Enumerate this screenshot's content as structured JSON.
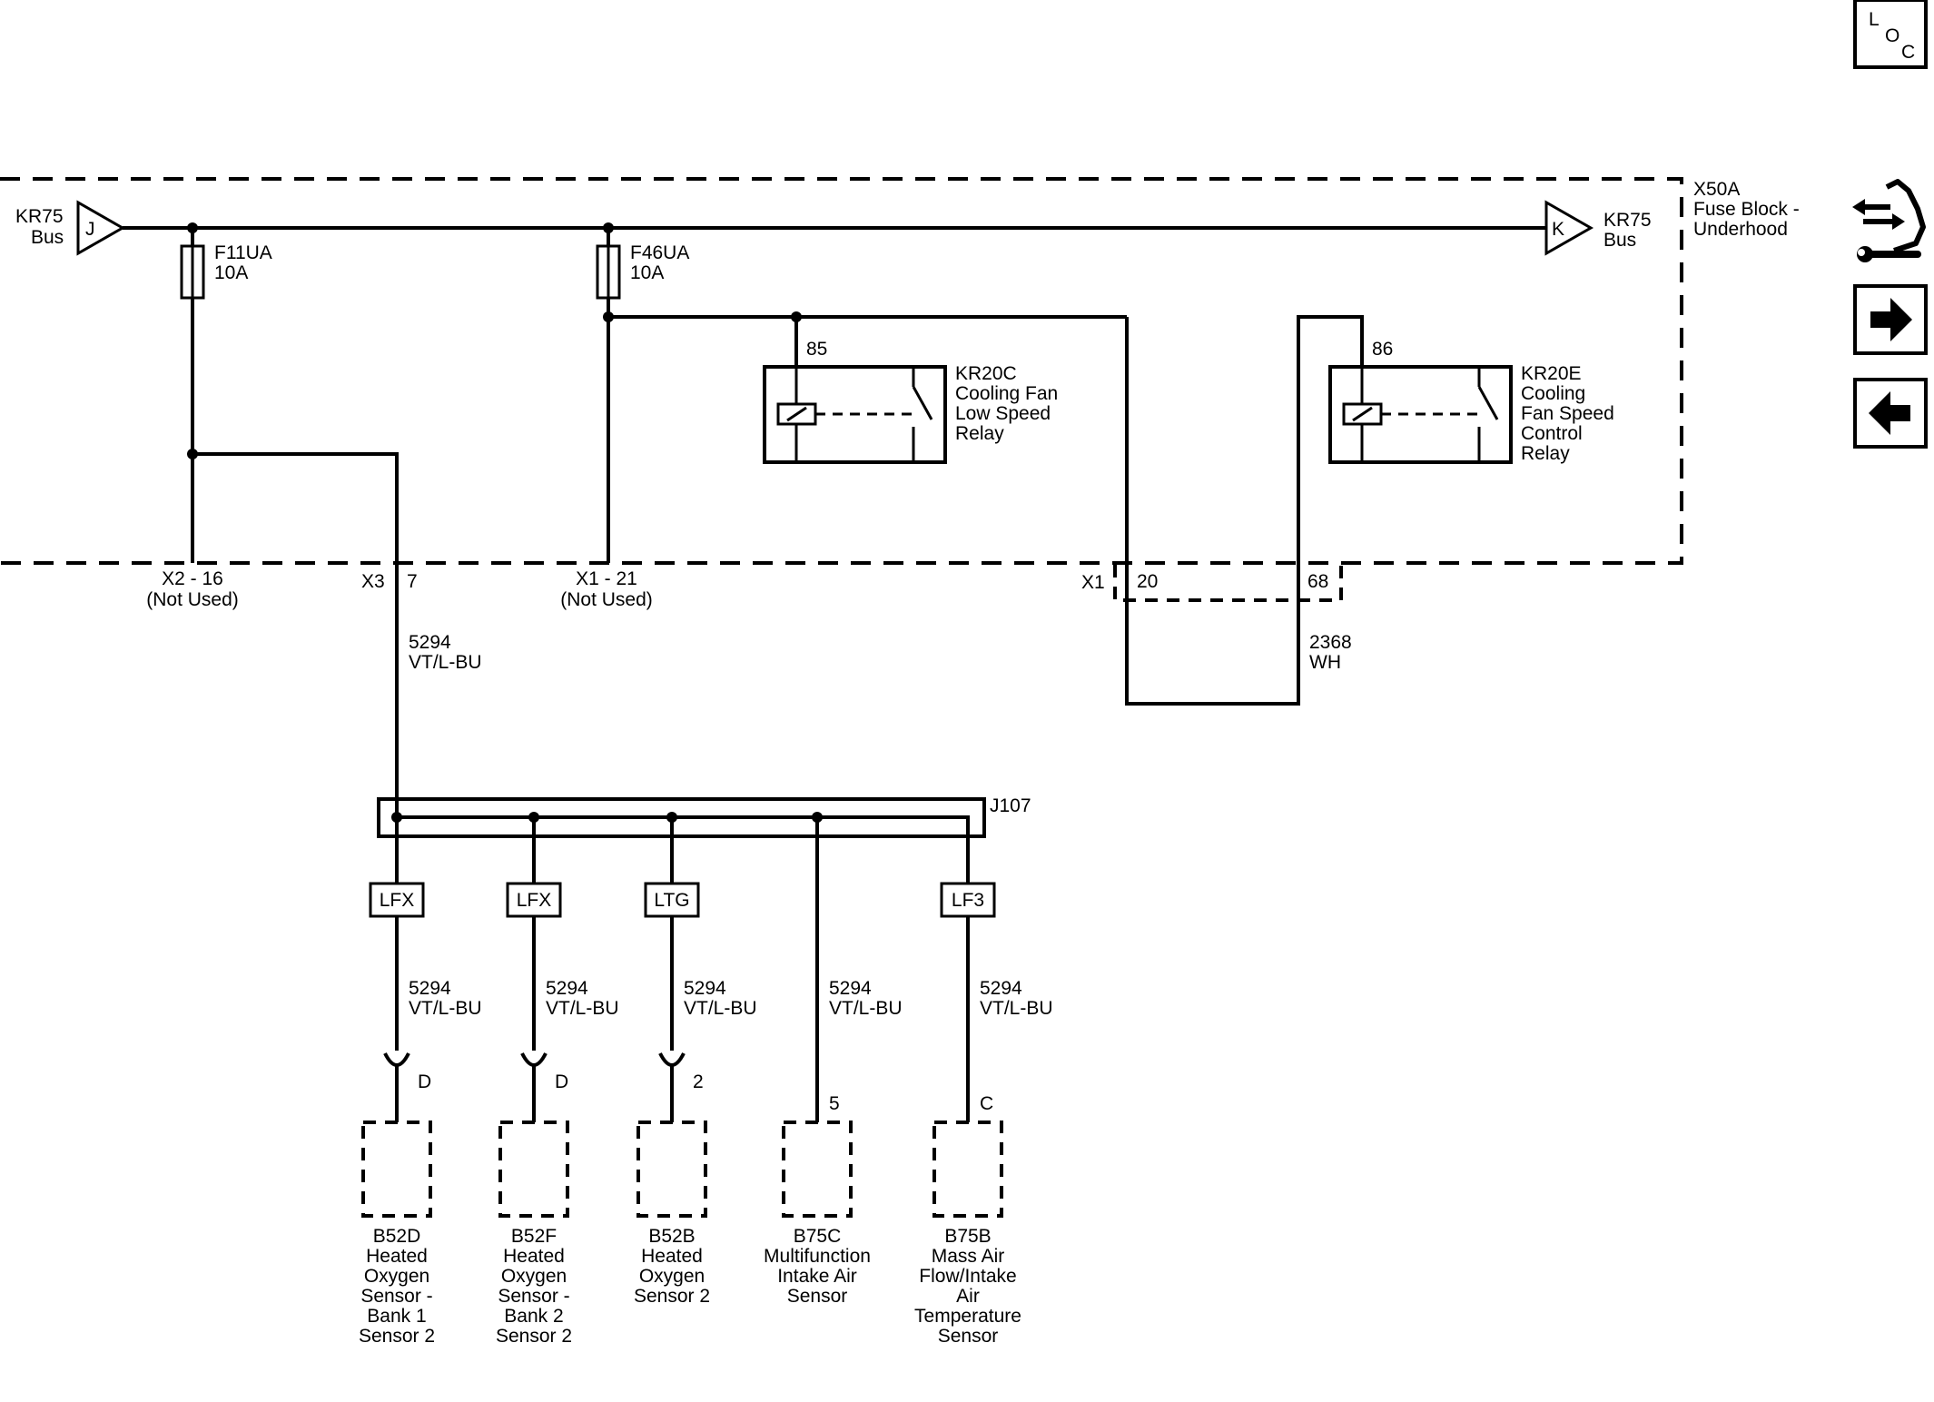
{
  "nav": {
    "loc_letters": [
      "L",
      "O",
      "C"
    ],
    "icons": [
      "connector-end-view-icon",
      "next-page-arrow-icon",
      "previous-page-arrow-icon"
    ]
  },
  "fuse_block": {
    "name": "X50A",
    "desc_line1": "Fuse Block -",
    "desc_line2": "Underhood"
  },
  "bus": {
    "left": {
      "name": "KR75",
      "sub": "Bus",
      "pin": "J"
    },
    "right": {
      "name": "KR75",
      "sub": "Bus",
      "pin": "K"
    }
  },
  "fuses": [
    {
      "name": "F11UA",
      "rating": "10A"
    },
    {
      "name": "F46UA",
      "rating": "10A"
    }
  ],
  "relays": [
    {
      "terminal": "85",
      "lines": [
        "KR20C",
        "Cooling Fan",
        "Low Speed",
        "Relay"
      ]
    },
    {
      "terminal": "86",
      "lines": [
        "KR20E",
        "Cooling",
        "Fan Speed",
        "Control",
        "Relay"
      ]
    }
  ],
  "connectors": {
    "x2": {
      "label": "X2 - 16",
      "note": "(Not Used)"
    },
    "x3": {
      "label": "X3",
      "pin": "7"
    },
    "x1_21": {
      "label": "X1 - 21",
      "note": "(Not Used)"
    },
    "x1": {
      "label": "X1",
      "pin_a": "20",
      "pin_b": "68"
    }
  },
  "wires": {
    "main": {
      "circuit": "5294",
      "color": "VT/L-BU"
    },
    "loop": {
      "circuit": "2368",
      "color": "WH"
    }
  },
  "splice": {
    "name": "J107"
  },
  "branches": [
    {
      "option": "LFX",
      "circuit": "5294",
      "color": "VT/L-BU",
      "pin": "D",
      "lines": [
        "B52D",
        "Heated",
        "Oxygen",
        "Sensor -",
        "Bank 1",
        "Sensor 2"
      ]
    },
    {
      "option": "LFX",
      "circuit": "5294",
      "color": "VT/L-BU",
      "pin": "D",
      "lines": [
        "B52F",
        "Heated",
        "Oxygen",
        "Sensor -",
        "Bank 2",
        "Sensor 2"
      ]
    },
    {
      "option": "LTG",
      "circuit": "5294",
      "color": "VT/L-BU",
      "pin": "2",
      "lines": [
        "B52B",
        "Heated",
        "Oxygen",
        "Sensor 2"
      ]
    },
    {
      "option": "",
      "circuit": "5294",
      "color": "VT/L-BU",
      "pin": "5",
      "lines": [
        "B75C",
        "Multifunction",
        "Intake Air",
        "Sensor"
      ]
    },
    {
      "option": "LF3",
      "circuit": "5294",
      "color": "VT/L-BU",
      "pin": "C",
      "lines": [
        "B75B",
        "Mass Air",
        "Flow/Intake",
        "Air",
        "Temperature",
        "Sensor"
      ]
    }
  ]
}
